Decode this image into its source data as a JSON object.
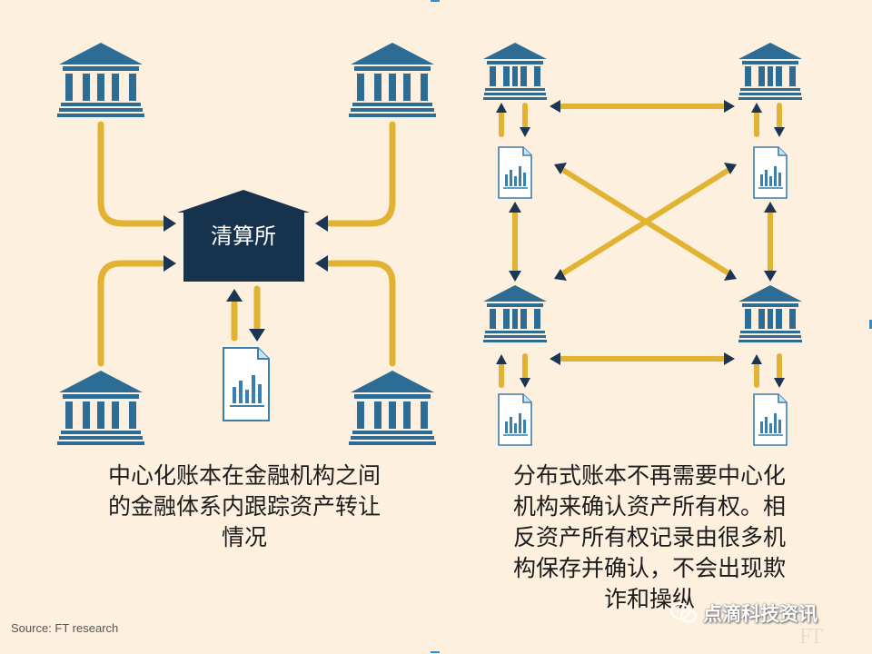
{
  "clearing_house_label": "清算所",
  "caption_left": [
    "中心化账本在金融机构之间",
    "的金融体系内跟踪资产转让",
    "情况"
  ],
  "caption_right": [
    "分布式账本不再需要中心化",
    "机构来确认资产所有权。相",
    "反资产所有权记录由很多机",
    "构保存并确认，不会出现欺",
    "诈和操纵"
  ],
  "source_text": "Source: FT research",
  "watermark_text": "点滴科技资讯",
  "ft_logo_text": "FT",
  "colors": {
    "background": "#fdf0de",
    "bank_blue": "#2d6c94",
    "clearing_navy": "#17324d",
    "connector_gold": "#e2b232",
    "arrow_navy": "#1b3553"
  },
  "icons": {
    "bank": "bank-building-icon",
    "document": "document-chart-icon",
    "wechat": "wechat-icon"
  }
}
